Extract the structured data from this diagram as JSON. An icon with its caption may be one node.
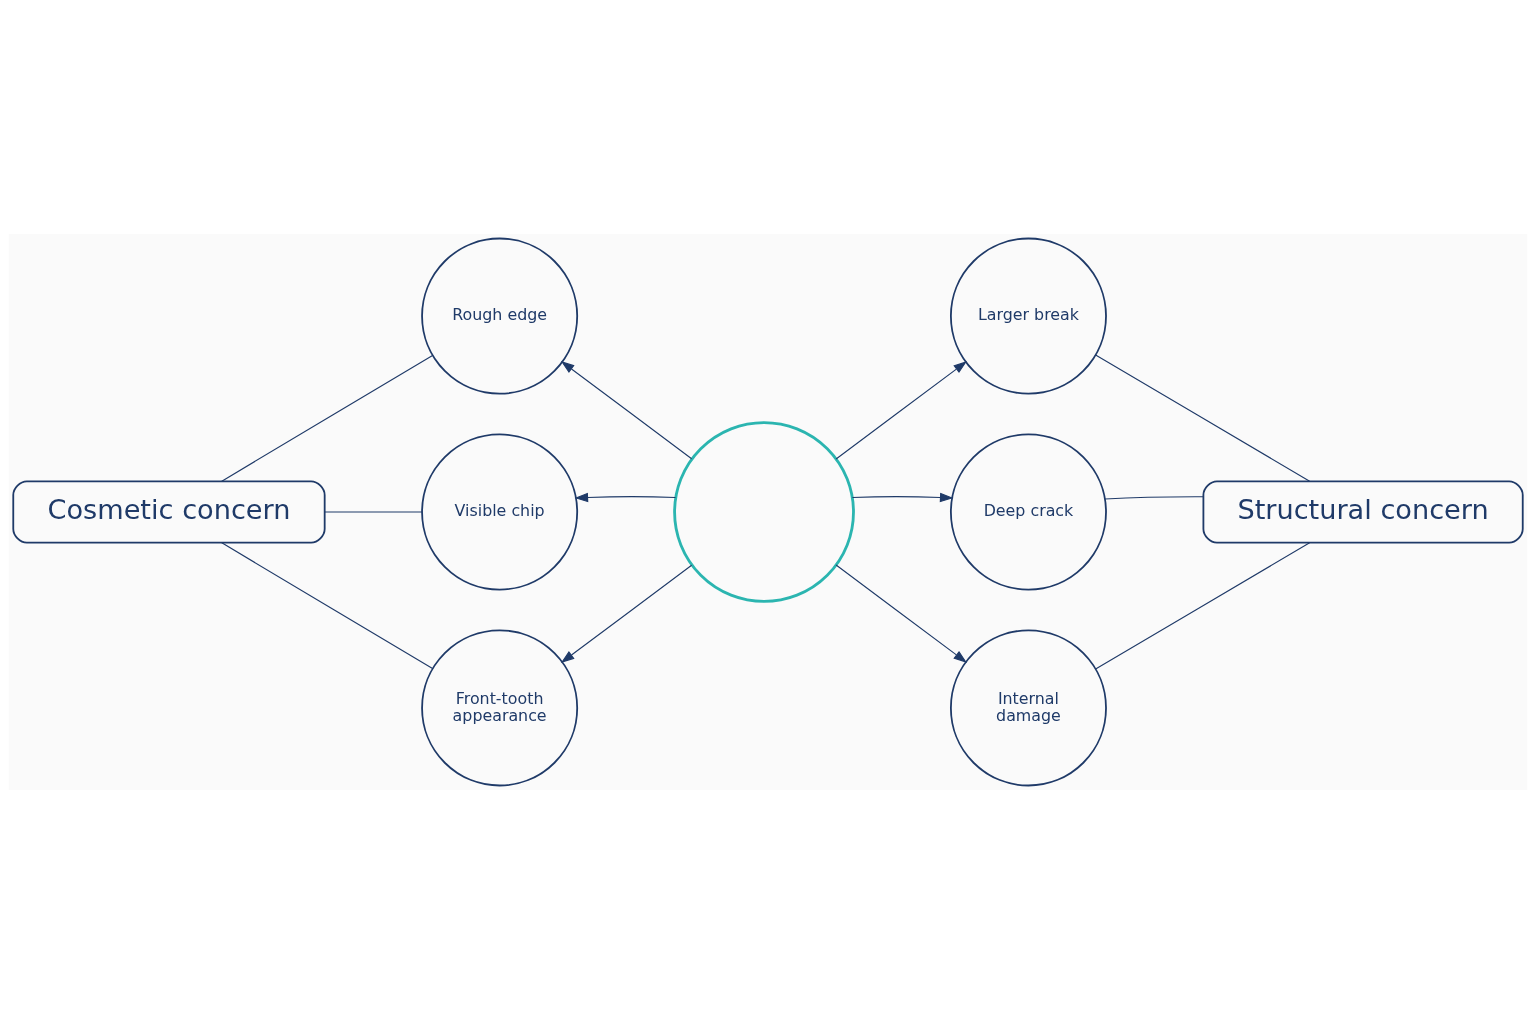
{
  "diagram": {
    "nodes": [
      {
        "text": [
          "Cosmetic concern"
        ]
      },
      {
        "text": [
          "Rough edge"
        ]
      },
      {
        "text": [
          "Visible chip"
        ]
      },
      {
        "text": [
          "Front-tooth appearance"
        ]
      },
      {
        "text": [],
        "shape": "circle"
      },
      {
        "text": [
          "Structural concern"
        ]
      },
      {
        "text": [
          "Larger break"
        ]
      },
      {
        "text": [
          "Deep crack"
        ]
      },
      {
        "text": [
          "Internal damage"
        ]
      }
    ],
    "edges": [
      {
        "from": 0,
        "to": 1,
        "arrow": "none"
      },
      {
        "from": 0,
        "to": 2,
        "arrow": "none"
      },
      {
        "from": 0,
        "to": 3,
        "arrow": "none"
      },
      {
        "from": 5,
        "to": 6,
        "arrow": "none"
      },
      {
        "from": 5,
        "to": 7,
        "arrow": "none"
      },
      {
        "from": 5,
        "to": 8,
        "arrow": "none"
      },
      {
        "from": 4,
        "to": 1,
        "arrow": "to"
      },
      {
        "from": 4,
        "to": 2,
        "arrow": "to"
      },
      {
        "from": 4,
        "to": 3,
        "arrow": "to"
      },
      {
        "from": 4,
        "to": 6,
        "arrow": "to"
      },
      {
        "from": 4,
        "to": 7,
        "arrow": "to"
      },
      {
        "from": 4,
        "to": 8,
        "arrow": "to"
      }
    ]
  }
}
